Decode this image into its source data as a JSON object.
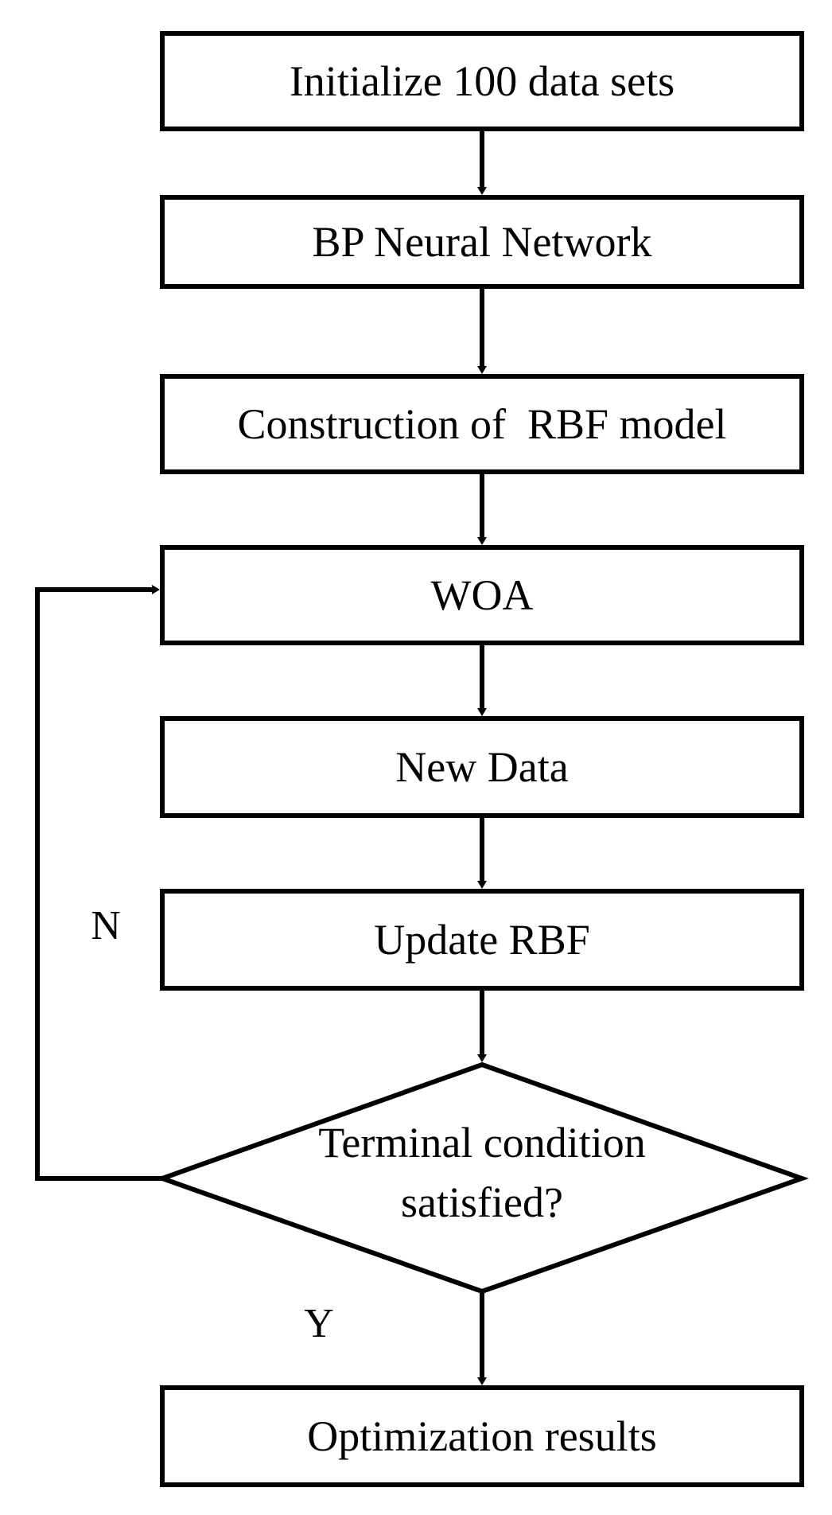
{
  "diagram": {
    "title": "WOA-RBF surrogate model optimization flowchart",
    "background_color": "#ffffff",
    "stroke_color": "#000000",
    "nodes": [
      {
        "id": "init",
        "shape": "process",
        "label": "Initialize 100 data sets"
      },
      {
        "id": "bpnn",
        "shape": "process",
        "label": "BP Neural Network"
      },
      {
        "id": "rbf",
        "shape": "process",
        "label": "Construction of  RBF model"
      },
      {
        "id": "woa",
        "shape": "process",
        "label": "WOA"
      },
      {
        "id": "newdata",
        "shape": "process",
        "label": "New Data"
      },
      {
        "id": "update",
        "shape": "process",
        "label": "Update RBF"
      },
      {
        "id": "decision",
        "shape": "decision",
        "label_line1": "Terminal condition",
        "label_line2": "satisfied?"
      },
      {
        "id": "results",
        "shape": "process",
        "label": "Optimization results"
      }
    ],
    "edge_labels": {
      "no": "N",
      "yes": "Y"
    }
  }
}
